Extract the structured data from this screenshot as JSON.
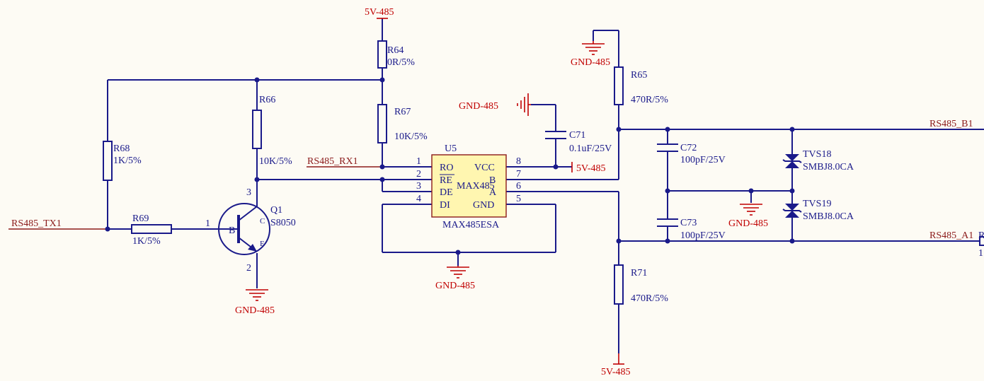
{
  "power": {
    "v5_top": "5V-485",
    "v5_c71": "5V-485",
    "v5_bottom": "5V-485"
  },
  "ground": {
    "r65": "GND-485",
    "c71": "GND-485",
    "u5": "GND-485",
    "q1": "GND-485",
    "tvs": "GND-485"
  },
  "nets": {
    "tx": "RS485_TX1",
    "rx": "RS485_RX1",
    "b": "RS485_B1",
    "a": "RS485_A1",
    "a_cut": "1"
  },
  "resistors": {
    "r64": {
      "ref": "R64",
      "val": "0R/5%"
    },
    "r66": {
      "ref": "R66",
      "val": "10K/5%"
    },
    "r67": {
      "ref": "R67",
      "val": "10K/5%"
    },
    "r68": {
      "ref": "R68",
      "val": "1K/5%"
    },
    "r69": {
      "ref": "R69",
      "val": "1K/5%"
    },
    "r65": {
      "ref": "R65",
      "val": "470R/5%"
    },
    "r71": {
      "ref": "R71",
      "val": "470R/5%"
    },
    "r_cut": "R"
  },
  "capacitors": {
    "c71": {
      "ref": "C71",
      "val": "0.1uF/25V"
    },
    "c72": {
      "ref": "C72",
      "val": "100pF/25V"
    },
    "c73": {
      "ref": "C73",
      "val": "100pF/25V"
    }
  },
  "tvs": {
    "tvs18": {
      "ref": "TVS18",
      "val": "SMBJ8.0CA"
    },
    "tvs19": {
      "ref": "TVS19",
      "val": "SMBJ8.0CA"
    }
  },
  "transistor": {
    "ref": "Q1",
    "val": "S8050",
    "b": "B",
    "c": "C",
    "e": "E",
    "pin1": "1",
    "pin2": "2",
    "pin3": "3"
  },
  "ic": {
    "ref": "U5",
    "name": "MAX485",
    "part": "MAX485ESA",
    "left_pins": [
      {
        "num": "1",
        "name": "RO"
      },
      {
        "num": "2",
        "name": "RE"
      },
      {
        "num": "3",
        "name": "DE"
      },
      {
        "num": "4",
        "name": "DI"
      }
    ],
    "right_pins": [
      {
        "num": "8",
        "name": "VCC"
      },
      {
        "num": "7",
        "name": "B"
      },
      {
        "num": "6",
        "name": "A"
      },
      {
        "num": "5",
        "name": "GND"
      }
    ]
  }
}
